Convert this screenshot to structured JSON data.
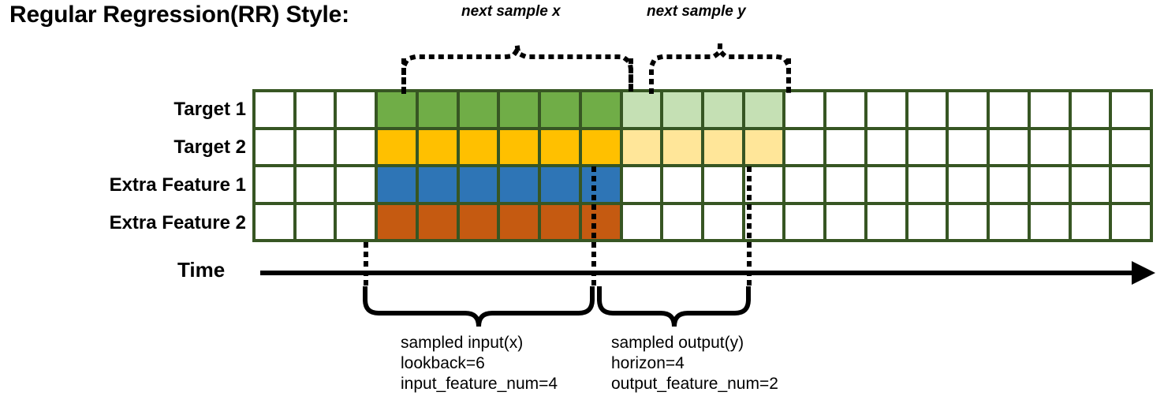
{
  "title": "Regular Regression(RR) Style:",
  "annotations": {
    "next_sample_x": "next sample x",
    "next_sample_y": "next sample y"
  },
  "rows": [
    {
      "label": "Target 1",
      "color_key": "green"
    },
    {
      "label": "Target 2",
      "color_key": "amber"
    },
    {
      "label": "Extra Feature 1",
      "color_key": "blue"
    },
    {
      "label": "Extra Feature 2",
      "color_key": "orange"
    }
  ],
  "axis": {
    "label": "Time",
    "direction": "right"
  },
  "grid": {
    "columns": 22,
    "rows": 4,
    "input_start_col": 4,
    "input_end_col": 9,
    "output_start_col": 10,
    "output_end_col": 13,
    "cells": [
      [
        "white",
        "white",
        "white",
        "green",
        "green",
        "green",
        "green",
        "green",
        "green",
        "green-light",
        "green-light",
        "green-light",
        "green-light",
        "white",
        "white",
        "white",
        "white",
        "white",
        "white",
        "white",
        "white",
        "white"
      ],
      [
        "white",
        "white",
        "white",
        "amber",
        "amber",
        "amber",
        "amber",
        "amber",
        "amber",
        "amber-light",
        "amber-light",
        "amber-light",
        "amber-light",
        "white",
        "white",
        "white",
        "white",
        "white",
        "white",
        "white",
        "white",
        "white"
      ],
      [
        "white",
        "white",
        "white",
        "blue",
        "blue",
        "blue",
        "blue",
        "blue",
        "blue",
        "white",
        "white",
        "white",
        "white",
        "white",
        "white",
        "white",
        "white",
        "white",
        "white",
        "white",
        "white",
        "white"
      ],
      [
        "white",
        "white",
        "white",
        "orange",
        "orange",
        "orange",
        "orange",
        "orange",
        "orange",
        "white",
        "white",
        "white",
        "white",
        "white",
        "white",
        "white",
        "white",
        "white",
        "white",
        "white",
        "white",
        "white"
      ]
    ]
  },
  "colors": {
    "green": "#70ad47",
    "green-light": "#c5e0b4",
    "amber": "#ffc000",
    "amber-light": "#ffe699",
    "blue": "#2e75b6",
    "orange": "#c55a11",
    "white": "#ffffff",
    "grid_border": "#375623",
    "line": "#000000"
  },
  "captions": {
    "input": {
      "title": "sampled input(x)",
      "lookback": "lookback=6",
      "feature_num": "input_feature_num=4"
    },
    "output": {
      "title": "sampled output(y)",
      "horizon": "horizon=4",
      "feature_num": "output_feature_num=2"
    }
  }
}
